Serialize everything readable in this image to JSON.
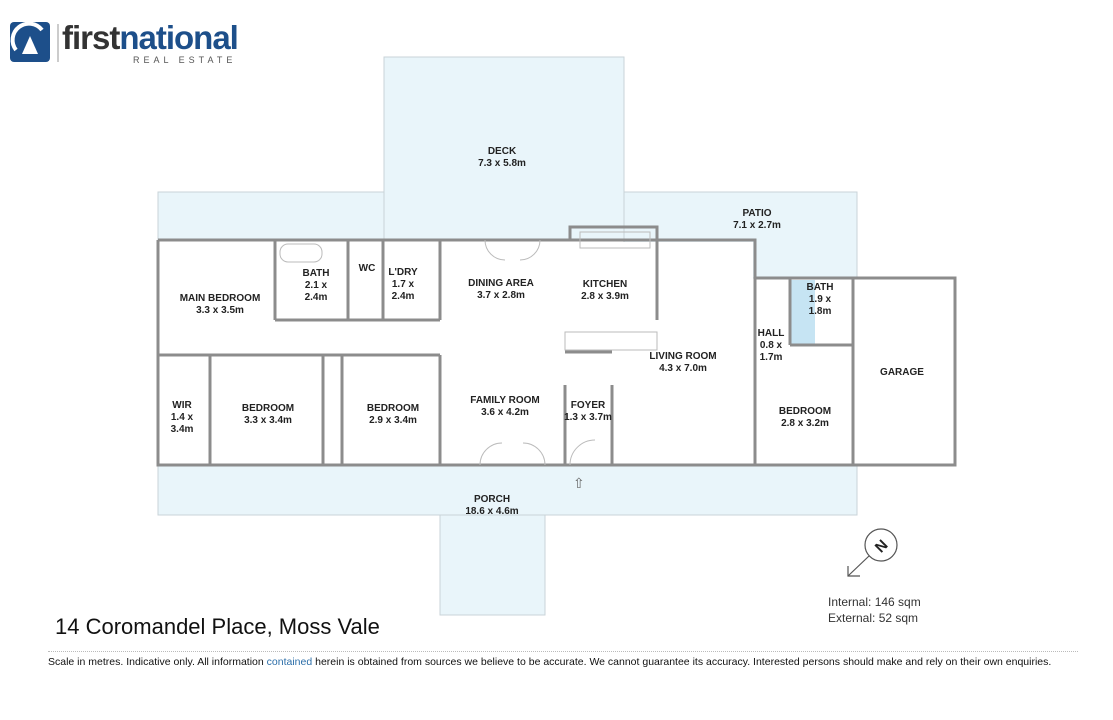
{
  "brand": {
    "name_part1": "first",
    "name_part2": "national",
    "tagline": "REAL ESTATE"
  },
  "rooms": {
    "deck": {
      "name": "DECK",
      "size": "7.3 x 5.8m"
    },
    "patio": {
      "name": "PATIO",
      "size": "7.1 x 2.7m"
    },
    "main_bedroom": {
      "name": "MAIN BEDROOM",
      "size": "3.3 x 3.5m"
    },
    "bath1": {
      "name": "BATH",
      "size1": "2.1 x",
      "size2": "2.4m"
    },
    "wc": {
      "name": "WC"
    },
    "laundry": {
      "name": "L'DRY",
      "size1": "1.7 x",
      "size2": "2.4m"
    },
    "dining": {
      "name": "DINING AREA",
      "size": "3.7 x 2.8m"
    },
    "kitchen": {
      "name": "KITCHEN",
      "size": "2.8 x 3.9m"
    },
    "living": {
      "name": "LIVING ROOM",
      "size": "4.3 x 7.0m"
    },
    "hall": {
      "name": "HALL",
      "size1": "0.8 x",
      "size2": "1.7m"
    },
    "bath2": {
      "name": "BATH",
      "size1": "1.9 x",
      "size2": "1.8m"
    },
    "garage": {
      "name": "GARAGE"
    },
    "wir": {
      "name": "WIR",
      "size1": "1.4 x",
      "size2": "3.4m"
    },
    "bedroom2": {
      "name": "BEDROOM",
      "size": "3.3 x 3.4m"
    },
    "bedroom3": {
      "name": "BEDROOM",
      "size": "2.9 x 3.4m"
    },
    "family": {
      "name": "FAMILY ROOM",
      "size": "3.6 x 4.2m"
    },
    "foyer": {
      "name": "FOYER",
      "size": "1.3 x 3.7m"
    },
    "bedroom4": {
      "name": "BEDROOM",
      "size": "2.8 x 3.2m"
    },
    "porch": {
      "name": "PORCH",
      "size": "18.6 x 4.6m"
    }
  },
  "address": "14 Coromandel Place, Moss Vale",
  "area": {
    "internal": "Internal: 146 sqm",
    "external": "External: 52 sqm"
  },
  "compass_letter": "N",
  "disclaimer": {
    "part1": "Scale in metres. Indicative only. All information ",
    "highlight": "contained",
    "part2": " herein is obtained from sources we believe to be accurate. We cannot guarantee its accuracy. Interested persons should make and rely on their own enquiries."
  },
  "colors": {
    "outdoor": "#e9f5fa",
    "wet": "#c6e4f3",
    "wall": "#8c8c8c",
    "brand": "#1d4f8a"
  }
}
